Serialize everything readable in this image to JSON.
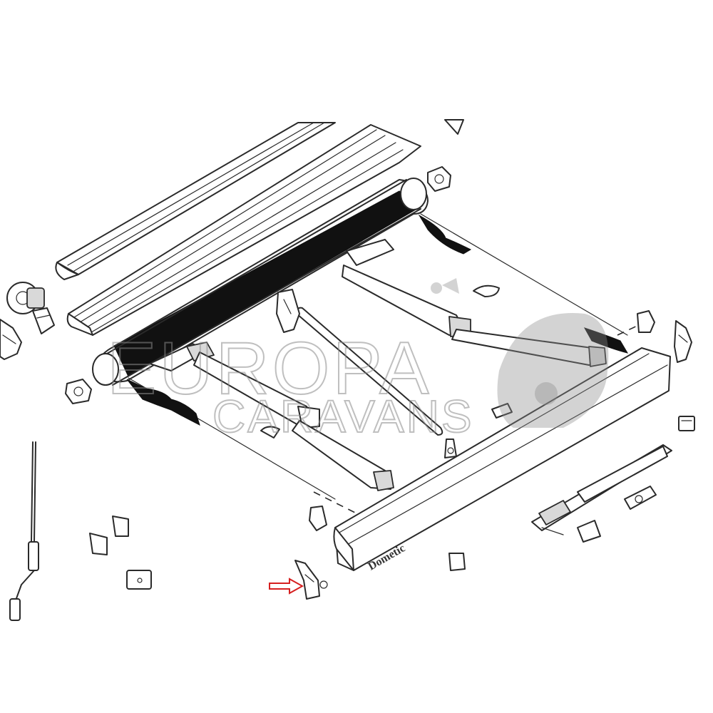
{
  "diagram": {
    "brand_label": "Dometic",
    "watermark": {
      "line1": "EUROPA",
      "line2": "CARAVANS",
      "color": "#8c8c8c",
      "opacity": 0.55
    },
    "highlight_arrow_color": "#d62020",
    "highlighted_part": "end-cap-bracket"
  }
}
